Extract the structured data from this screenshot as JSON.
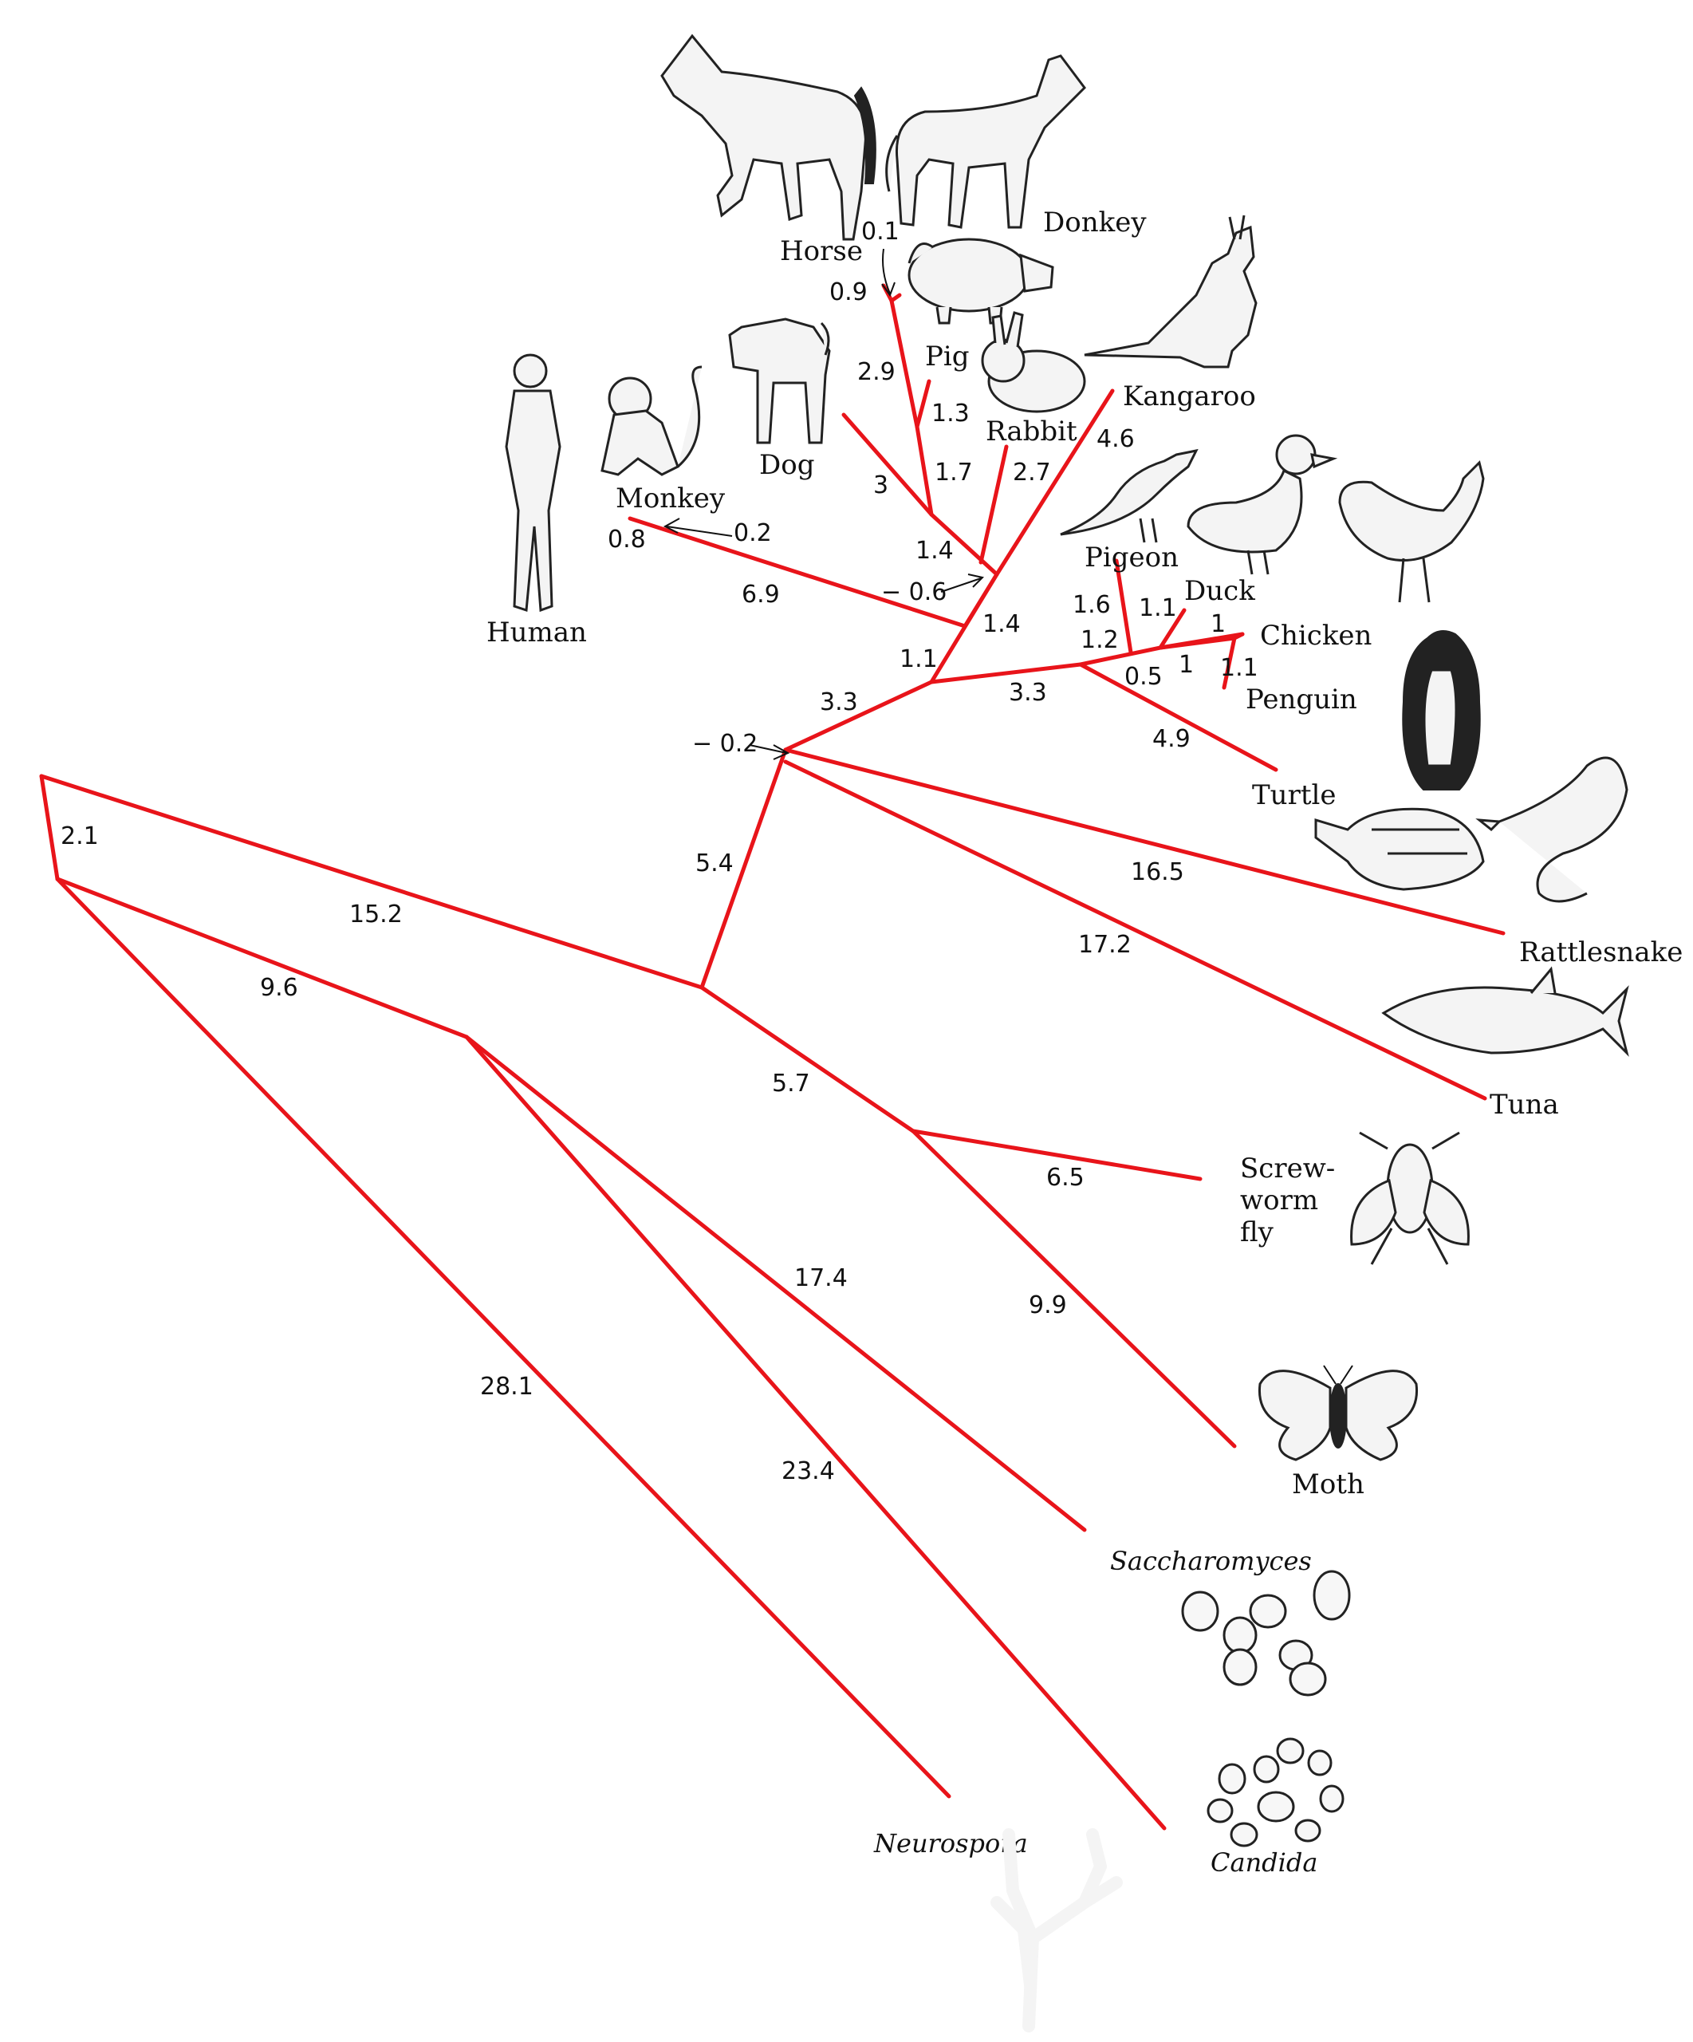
{
  "taxa": {
    "horse": "Horse",
    "donkey": "Donkey",
    "pig": "Pig",
    "kangaroo": "Kangaroo",
    "dog": "Dog",
    "rabbit": "Rabbit",
    "monkey": "Monkey",
    "human": "Human",
    "pigeon": "Pigeon",
    "duck": "Duck",
    "chicken": "Chicken",
    "penguin": "Penguin",
    "turtle": "Turtle",
    "rattlesnake": "Rattlesnake",
    "tuna": "Tuna",
    "screwworm_1": "Screw-",
    "screwworm_2": "worm",
    "screwworm_3": "fly",
    "moth": "Moth",
    "saccharomyces": "Saccharomyces",
    "candida": "Candida",
    "neurospora": "Neurospora"
  },
  "branch_lengths": {
    "horse_donkey": "0.1",
    "horse": "0.9",
    "equine_stem": "2.9",
    "pig": "1.3",
    "ungulate_stem": "1.7",
    "rabbit": "2.7",
    "kangaroo": "4.6",
    "dog": "3",
    "carnivore_node": "1.4",
    "placental_adj": "− 0.6",
    "placental_stem": "1.4",
    "monkey": "0.2",
    "human": "0.8",
    "primate": "6.9",
    "mammal_stem": "1.1",
    "amniote_stem": "3.3",
    "bird_stem": "3.3",
    "pigeon": "1.6",
    "duck": "1.1",
    "bird_node": "1.2",
    "chicken": "1",
    "chicken_penguin": "0.5",
    "penguin_a": "1",
    "penguin_b": "1.1",
    "turtle": "4.9",
    "vertebrate_adj": "− 0.2",
    "vertebrate_stem": "5.4",
    "rattlesnake": "16.5",
    "tuna": "17.2",
    "root_top": "2.1",
    "animal_stem": "15.2",
    "fungi_stem": "9.6",
    "insect_stem": "5.7",
    "screwworm": "6.5",
    "moth": "9.9",
    "saccharomyces": "17.4",
    "candida": "23.4",
    "neurospora": "28.1"
  },
  "colors": {
    "branch": "#e8141a",
    "ink": "#111111",
    "background": "#ffffff"
  },
  "icons": [
    "horse-illustration",
    "donkey-illustration",
    "pig-illustration",
    "rabbit-illustration",
    "kangaroo-illustration",
    "dog-illustration",
    "monkey-illustration",
    "human-illustration",
    "pigeon-illustration",
    "duck-illustration",
    "chicken-illustration",
    "penguin-illustration",
    "turtle-illustration",
    "rattlesnake-illustration",
    "tuna-illustration",
    "screwworm-fly-illustration",
    "moth-illustration",
    "saccharomyces-cells-illustration",
    "candida-cells-illustration",
    "neurospora-hyphae-illustration"
  ]
}
